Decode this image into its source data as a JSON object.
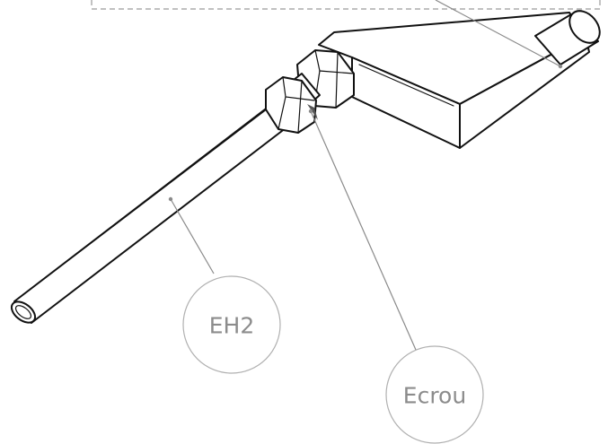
{
  "drawing": {
    "annotations": [
      {
        "id": "eh2",
        "label": "EH2"
      },
      {
        "id": "ecrou",
        "label": "Ecrou"
      }
    ]
  }
}
